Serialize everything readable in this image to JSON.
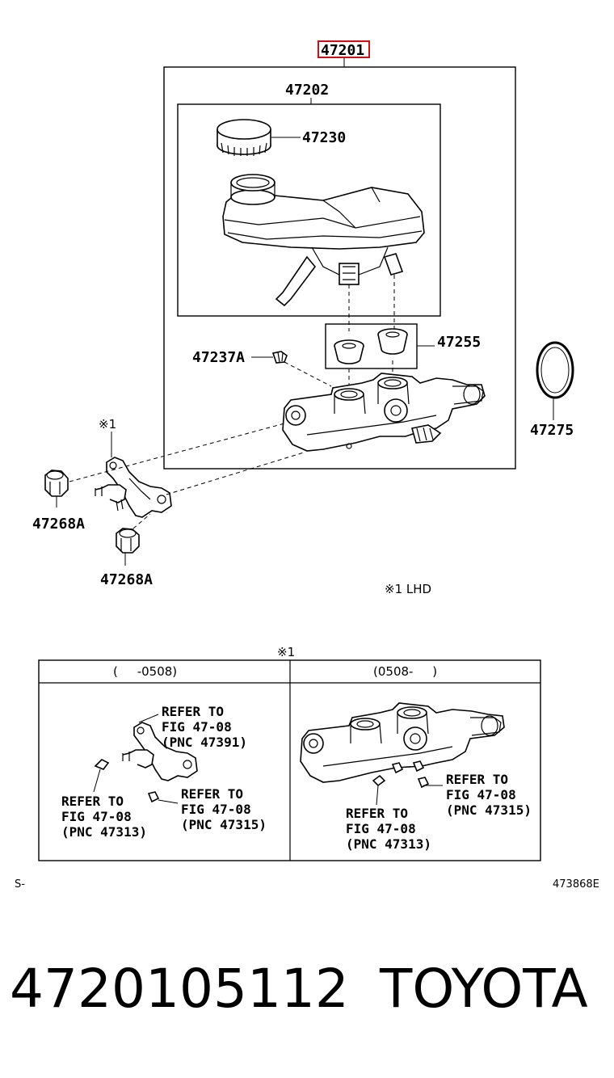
{
  "diagram": {
    "assembly_pnc": "47201",
    "reservoir_pnc": "47202",
    "cap_pnc": "47230",
    "grommet_pnc": "47255",
    "plug_pnc": "47237A",
    "ring_pnc": "47275",
    "nut_pnc_left": "47268A",
    "nut_pnc_bottom": "47268A",
    "note_mark": "※1",
    "note_legend": "※1 LHD"
  },
  "variant_table": {
    "title": "※1",
    "left_header": "(     -0508)",
    "right_header": "(0508-     )",
    "left_refs": [
      [
        "REFER TO",
        "FIG 47-08",
        "(PNC 47391)"
      ],
      [
        "REFER TO",
        "FIG 47-08",
        "(PNC 47313)"
      ],
      [
        "REFER TO",
        "FIG 47-08",
        "(PNC 47315)"
      ]
    ],
    "right_refs": [
      [
        "REFER TO",
        "FIG 47-08",
        "(PNC 47315)"
      ],
      [
        "REFER TO",
        "FIG 47-08",
        "(PNC 47313)"
      ]
    ]
  },
  "corner": {
    "left_code": "S-",
    "right_code": "473868E"
  },
  "footer": {
    "part_number": "4720105112",
    "brand": "TOYOTA"
  },
  "colors": {
    "highlight": "#d01010"
  }
}
